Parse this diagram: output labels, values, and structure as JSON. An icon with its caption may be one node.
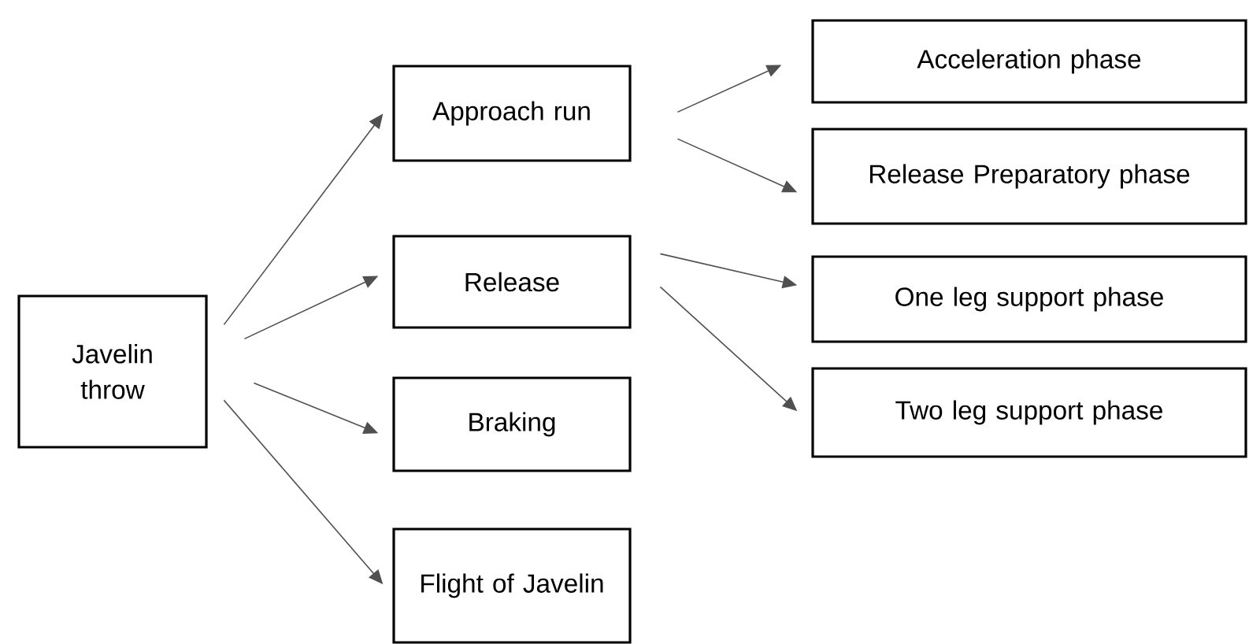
{
  "diagram": {
    "nodes": [
      {
        "text": [
          "Javelin throw"
        ]
      },
      {
        "text": [
          "Approach run"
        ]
      },
      {
        "text": [
          "Release"
        ]
      },
      {
        "text": [
          "Braking"
        ]
      },
      {
        "text": [
          "Flight of Javelin"
        ]
      },
      {
        "text": [
          "Acceleration phase"
        ]
      },
      {
        "text": [
          "Release Preparatory phase"
        ]
      },
      {
        "text": [
          "One leg support phase"
        ]
      },
      {
        "text": [
          "Two leg support phase"
        ]
      }
    ],
    "edges": [
      {
        "from": 0,
        "to": 1,
        "arrow": "to"
      },
      {
        "from": 0,
        "to": 2,
        "arrow": "to"
      },
      {
        "from": 0,
        "to": 3,
        "arrow": "to"
      },
      {
        "from": 0,
        "to": 4,
        "arrow": "to"
      },
      {
        "from": 1,
        "to": 5,
        "arrow": "to"
      },
      {
        "from": 1,
        "to": 6,
        "arrow": "to"
      },
      {
        "from": 2,
        "to": 7,
        "arrow": "to"
      },
      {
        "from": 2,
        "to": 8,
        "arrow": "to"
      }
    ]
  }
}
